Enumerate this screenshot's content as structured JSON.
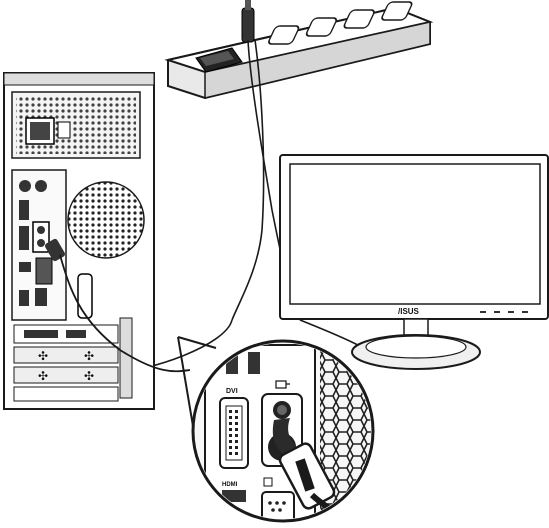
{
  "monitor": {
    "brand": "/ISUS"
  },
  "zoom_labels": {
    "dvi": "DVI",
    "hdmi": "HDMI"
  },
  "icons": [
    "power-strip-icon",
    "desktop-tower-icon",
    "monitor-icon",
    "zoom-callout-icon",
    "monitor-port-icon"
  ],
  "colors": {
    "line": "#1a1a1a",
    "dark": "#2b2b2b",
    "mid": "#8a8a8a",
    "light": "#f2f2f2"
  }
}
